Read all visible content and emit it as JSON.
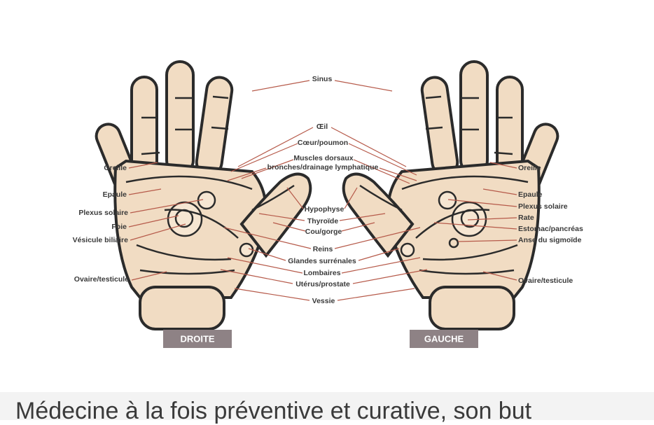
{
  "background_text": "Médecine à la fois préventive et curative, son but",
  "hands": {
    "right_label": "DROITE",
    "left_label": "GAUCHE"
  },
  "labels": {
    "sinus": "Sinus",
    "oeil": "Œil",
    "coeur_poumon": "Cœur/poumon",
    "muscles_dorsaux": "Muscles dorsaux",
    "bronches": "bronches/drainage lymphatique",
    "hypophyse": "Hypophyse",
    "thyroide": "Thyroïde",
    "cou_gorge": "Cou/gorge",
    "reins": "Reins",
    "glandes": "Glandes surrénales",
    "lombaires": "Lombaires",
    "uterus": "Utérus/prostate",
    "vessie": "Vessie",
    "oreille_r": "Oreille",
    "epaule_r": "Epaule",
    "plexus_r": "Plexus solaire",
    "foie": "Foie",
    "vesicule": "Vésicule biliaire",
    "ovaire_r": "Ovaire/testicule",
    "oreille_l": "Oreille",
    "epaule_l": "Epaule",
    "plexus_l": "Plexus solaire",
    "rate": "Rate",
    "estomac": "Estomac/pancréas",
    "anse": "Anse du sigmoïde",
    "ovaire_l": "Ovaire/testicule"
  },
  "colors": {
    "skin": "#f1dcc3",
    "outline": "#2b2b2b",
    "leader_line": "#b65a4a",
    "button": "#8e8285"
  }
}
